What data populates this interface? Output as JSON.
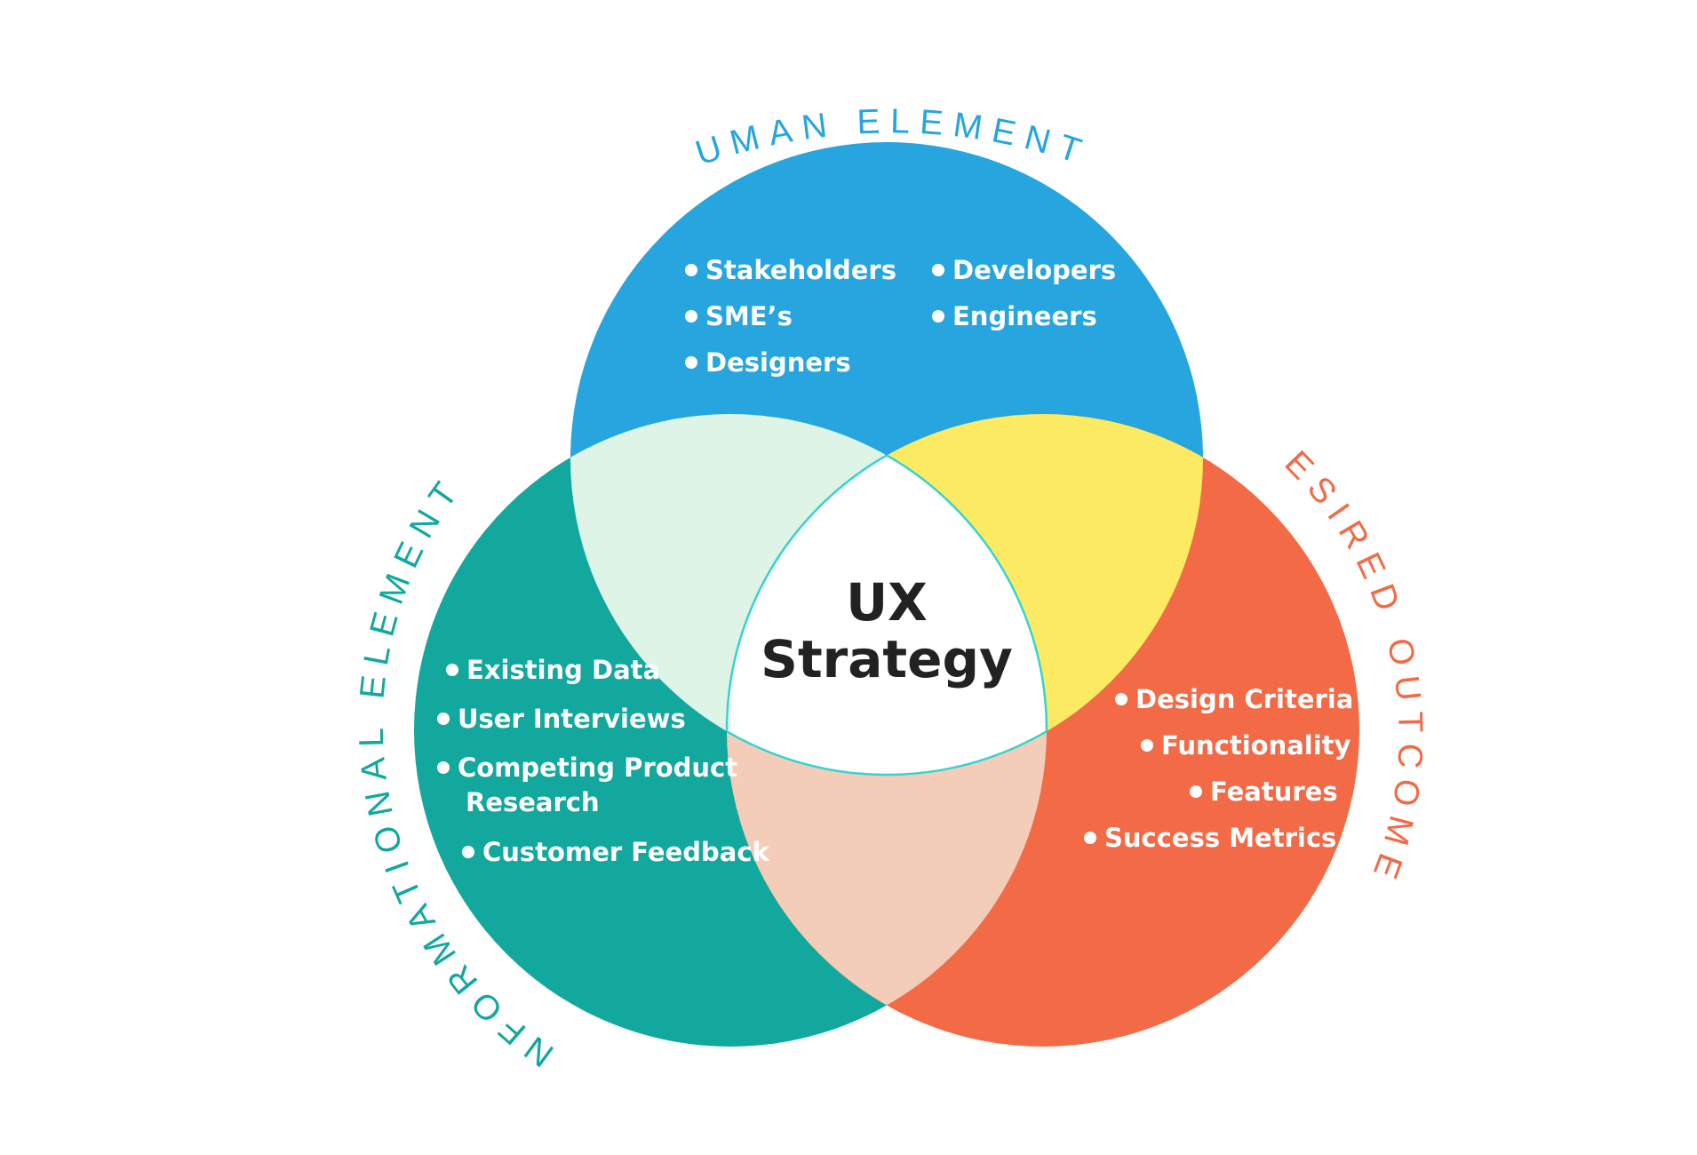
{
  "colors": {
    "human": "#27A5DE",
    "informational": "#12A89D",
    "outcomes": "#F26A46",
    "human_info_overlap": "#DDF4E6",
    "human_outcome_overlap": "#FCEB62",
    "info_outcome_overlap": "#F3CDB8",
    "center": "#FFFFFF",
    "center_outline": "#35D3D0",
    "human_label": "#27A5DE",
    "info_label": "#12A89D",
    "outcome_label": "#F26A46"
  },
  "labels": {
    "human": "HUMAN ELEMENTS",
    "informational": "INFORMATIONAL ELEMENTS",
    "outcomes": "DESIRED OUTCOMES"
  },
  "center": {
    "line1": "UX",
    "line2": "Strategy"
  },
  "human_items": {
    "stakeholders": "Stakeholders",
    "smes": "SME’s",
    "designers": "Designers",
    "developers": "Developers",
    "engineers": "Engineers"
  },
  "info_items": {
    "existing_data": "Existing Data",
    "user_interviews": "User Interviews",
    "competing_1": "Competing Product",
    "competing_2": "Research",
    "customer_feedback": "Customer Feedback"
  },
  "outcome_items": {
    "design_criteria": "Design Criteria",
    "functionality": "Functionality",
    "features": "Features",
    "success_metrics": "Success Metrics"
  }
}
